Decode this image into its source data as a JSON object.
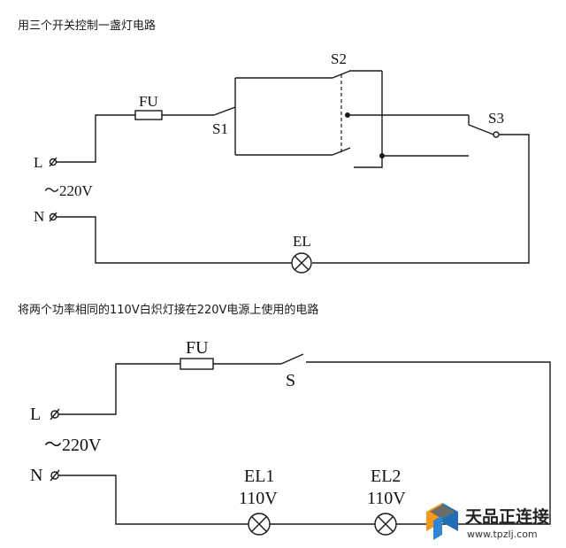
{
  "diagram1": {
    "caption": "用三个开关控制一盏灯电路",
    "terminal_L": "L",
    "terminal_N": "N",
    "voltage": "～220V",
    "fuse": "FU",
    "switch1": "S1",
    "switch2": "S2",
    "switch3": "S3",
    "lamp": "EL"
  },
  "diagram2": {
    "caption": "将两个功率相同的110V白炽灯接在220V电源上使用的电路",
    "terminal_L": "L",
    "terminal_N": "N",
    "voltage": "～220V",
    "fuse": "FU",
    "switch": "S",
    "lamp1": "EL1",
    "lamp1_rating": "110V",
    "lamp2": "EL2",
    "lamp2_rating": "110V"
  },
  "watermark": {
    "brand": "天品正连接",
    "url": "www.tpzlj.com",
    "colors": {
      "orange": "#f39a1e",
      "blue": "#1f6fb8",
      "gray": "#6b6b6b"
    }
  }
}
